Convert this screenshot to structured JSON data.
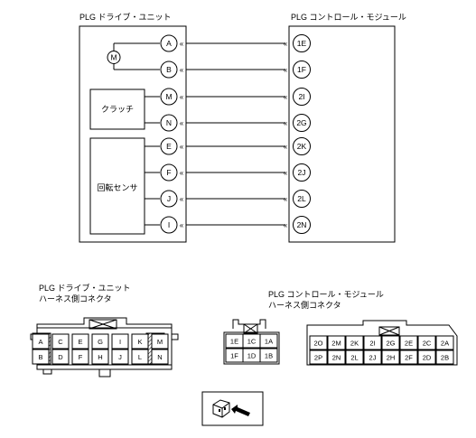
{
  "wiring": {
    "left_title": "PLG ドライブ・ユニット",
    "right_title": "PLG コントロール・モジュール",
    "motor_symbol": "M",
    "clutch_label": "クラッチ",
    "sensor_label": "回転センサ",
    "chevron": "«",
    "connections": [
      {
        "left": "A",
        "right": "1E"
      },
      {
        "left": "B",
        "right": "1F"
      },
      {
        "left": "M",
        "right": "2I"
      },
      {
        "left": "N",
        "right": "2G"
      },
      {
        "left": "E",
        "right": "2K"
      },
      {
        "left": "F",
        "right": "2J"
      },
      {
        "left": "J",
        "right": "2L"
      },
      {
        "left": "I",
        "right": "2N"
      }
    ]
  },
  "connectors": {
    "drive_title_1": "PLG ドライブ・ユニット",
    "drive_title_2": "ハーネス側コネクタ",
    "drive_rows": [
      [
        "A",
        "C",
        "E",
        "G",
        "I",
        "K",
        "M"
      ],
      [
        "B",
        "D",
        "F",
        "H",
        "J",
        "L",
        "N"
      ]
    ],
    "small_rows": [
      [
        "1E",
        "1C",
        "1A"
      ],
      [
        "1F",
        "1D",
        "1B"
      ]
    ],
    "module_title_1": "PLG コントロール・モジュール",
    "module_title_2": "ハーネス側コネクタ",
    "module_rows": [
      [
        "2O",
        "2M",
        "2K",
        "2I",
        "2G",
        "2E",
        "2C",
        "2A"
      ],
      [
        "2P",
        "2N",
        "2L",
        "2J",
        "2H",
        "2F",
        "2D",
        "2B"
      ]
    ]
  },
  "icon": {
    "name": "connector-plug-icon"
  }
}
